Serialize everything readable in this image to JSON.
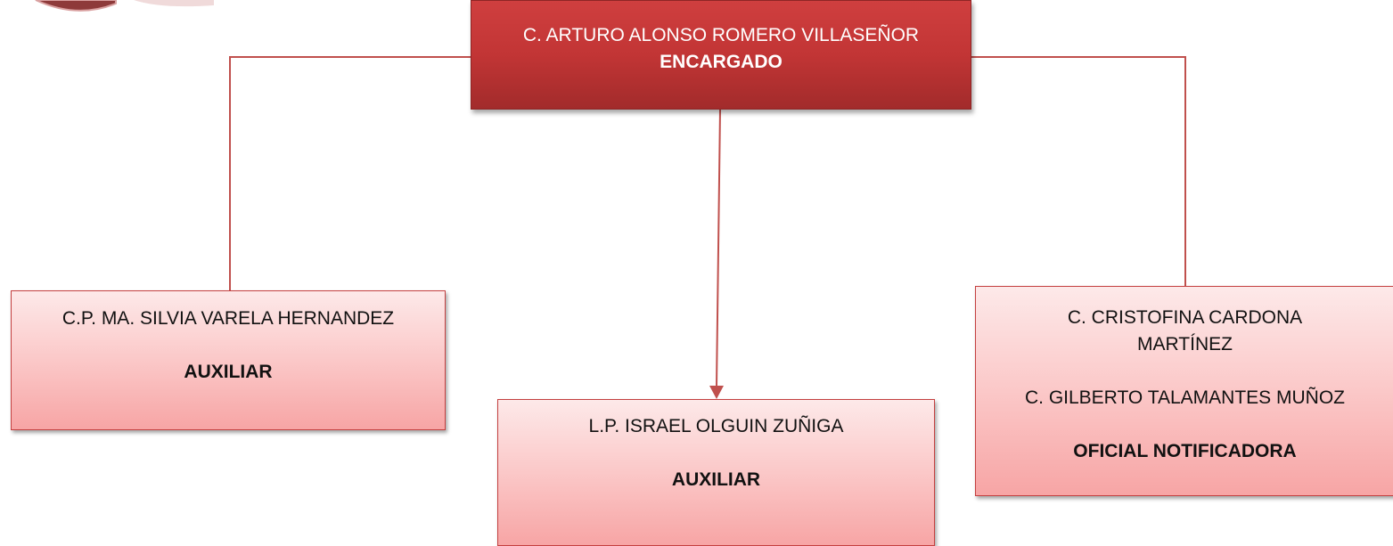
{
  "org_chart": {
    "head": {
      "name": "C. ARTURO ALONSO ROMERO VILLASEÑOR",
      "role": "ENCARGADO"
    },
    "left": {
      "name": "C.P. MA. SILVIA VARELA HERNANDEZ",
      "role": "AUXILIAR"
    },
    "center": {
      "name": "L.P. ISRAEL OLGUIN ZUÑIGA",
      "role": "AUXILIAR"
    },
    "right": {
      "name_line1": "C. CRISTOFINA CARDONA",
      "name_line2": "MARTÍNEZ",
      "name2": "C. GILBERTO TALAMANTES MUÑOZ",
      "role": "OFICIAL NOTIFICADORA"
    }
  },
  "colors": {
    "head_fill": "#c23535",
    "box_fill": "#fbc8c8",
    "connector": "#c0504d"
  }
}
